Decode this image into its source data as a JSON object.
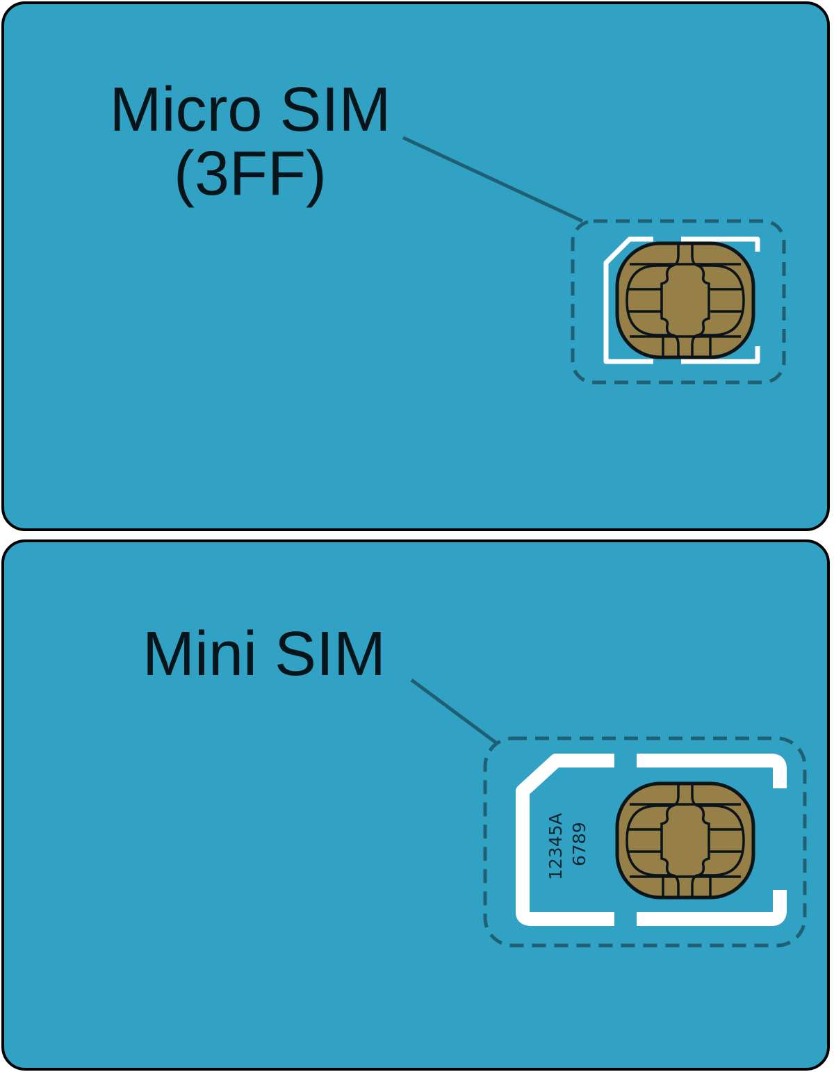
{
  "diagram": {
    "colors": {
      "card_fill": "#31a2c4",
      "card_border": "#000000",
      "leader_line": "#1e5f73",
      "dashed_outline": "#1e5f73",
      "cutout_outline": "#ffffff",
      "chip_fill": "#977f48",
      "chip_stroke": "#0b1519",
      "label_text": "#07141a"
    },
    "cards": [
      {
        "id": "top",
        "label_line1": "Micro SIM",
        "label_line2": "(3FF)",
        "format": "micro"
      },
      {
        "id": "bottom",
        "label": "Mini SIM",
        "format": "mini",
        "serial_line1": "12345A",
        "serial_line2": "6789"
      }
    ]
  }
}
